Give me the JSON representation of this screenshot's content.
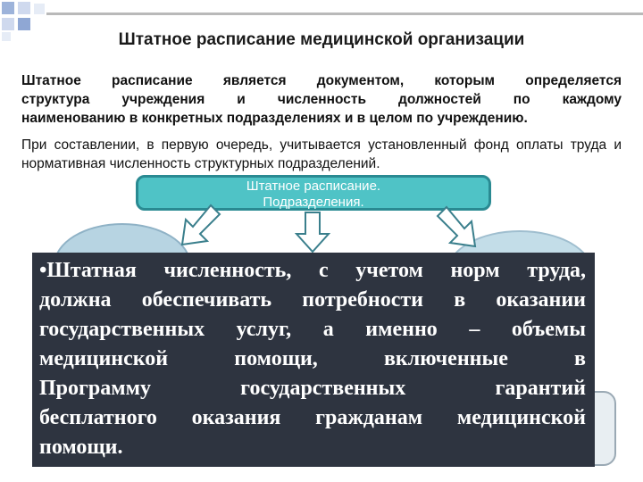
{
  "slide": {
    "title": "Штатное расписание медицинской организации",
    "paragraph1": [
      "Штатное расписание является документом, которым определяется",
      "структура учреждения и численность должностей по каждому",
      "наименованию в конкретных подразделениях и в целом по учреждению."
    ],
    "paragraph2": "При составлении, в первую очередь, учитывается установленный фонд оплаты труда и нормативная численность структурных подразделений.",
    "teal_box": {
      "line1": "Штатное расписание.",
      "line2": "Подразделения."
    },
    "overlay": {
      "bullet": "•",
      "lines": [
        "Штатная численность, с учетом норм труда,",
        "должна обеспечивать потребности в оказании",
        "государственных услуг, а именно – объемы",
        "медицинской помощи, включенные в",
        "Программу государственных гарантий",
        "бесплатного оказания гражданам медицинской",
        "помощи."
      ]
    }
  },
  "colors": {
    "teal": "#4fc3c6",
    "teal_border": "#2a8a92",
    "overlay_bg": "#2e3440",
    "deco_blue": "#7f9fd0"
  }
}
